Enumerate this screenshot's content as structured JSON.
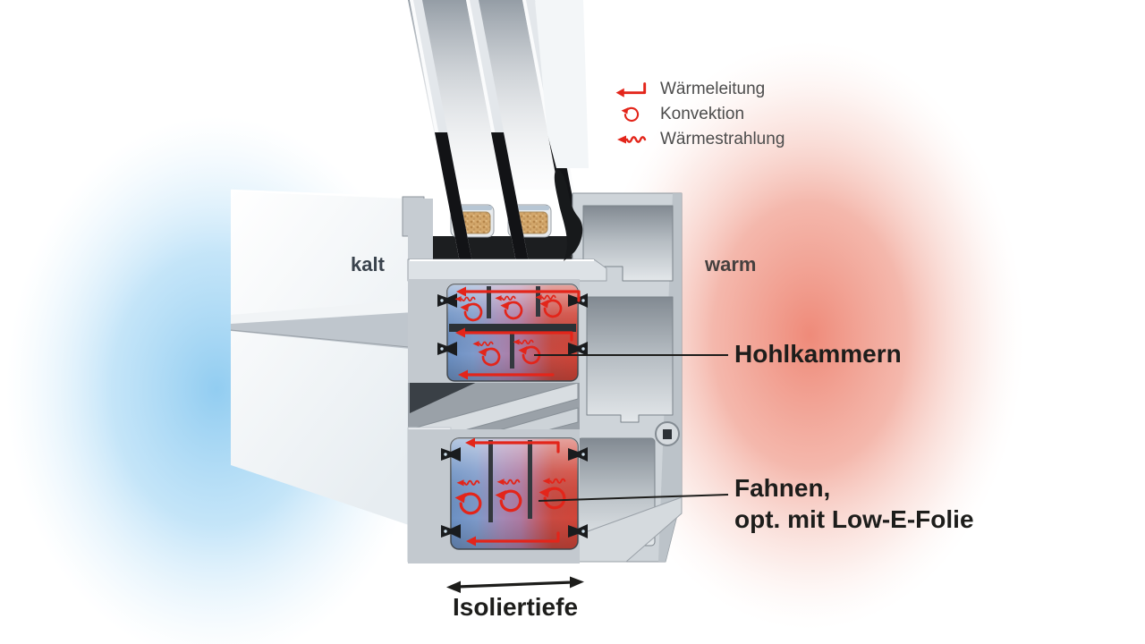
{
  "legend": {
    "items": [
      {
        "id": "conduction",
        "icon": "conduction-arrow-icon",
        "label": "Wärmeleitung"
      },
      {
        "id": "convection",
        "icon": "convection-arrow-icon",
        "label": "Konvektion"
      },
      {
        "id": "radiation",
        "icon": "radiation-arrow-icon",
        "label": "Wärmestrahlung"
      }
    ]
  },
  "environment": {
    "cold_label": "kalt",
    "warm_label": "warm"
  },
  "callouts": {
    "hohlkammern": {
      "label": "Hohlkammern"
    },
    "fahnen": {
      "label_line1": "Fahnen,",
      "label_line2": "opt. mit Low-E-Folie"
    }
  },
  "dimension": {
    "label": "Isoliertiefe"
  },
  "colors": {
    "arrow_red": "#e3251a",
    "cold_glow": "#8ccaf0",
    "warm_glow": "#ee8472",
    "chamber_blue": "#6b90c3",
    "chamber_red": "#d24538",
    "frame_light": "#ced4d9",
    "frame_dark": "#5c646b",
    "label_dark": "#1d1d1b",
    "label_gray": "#4c4c4c"
  }
}
